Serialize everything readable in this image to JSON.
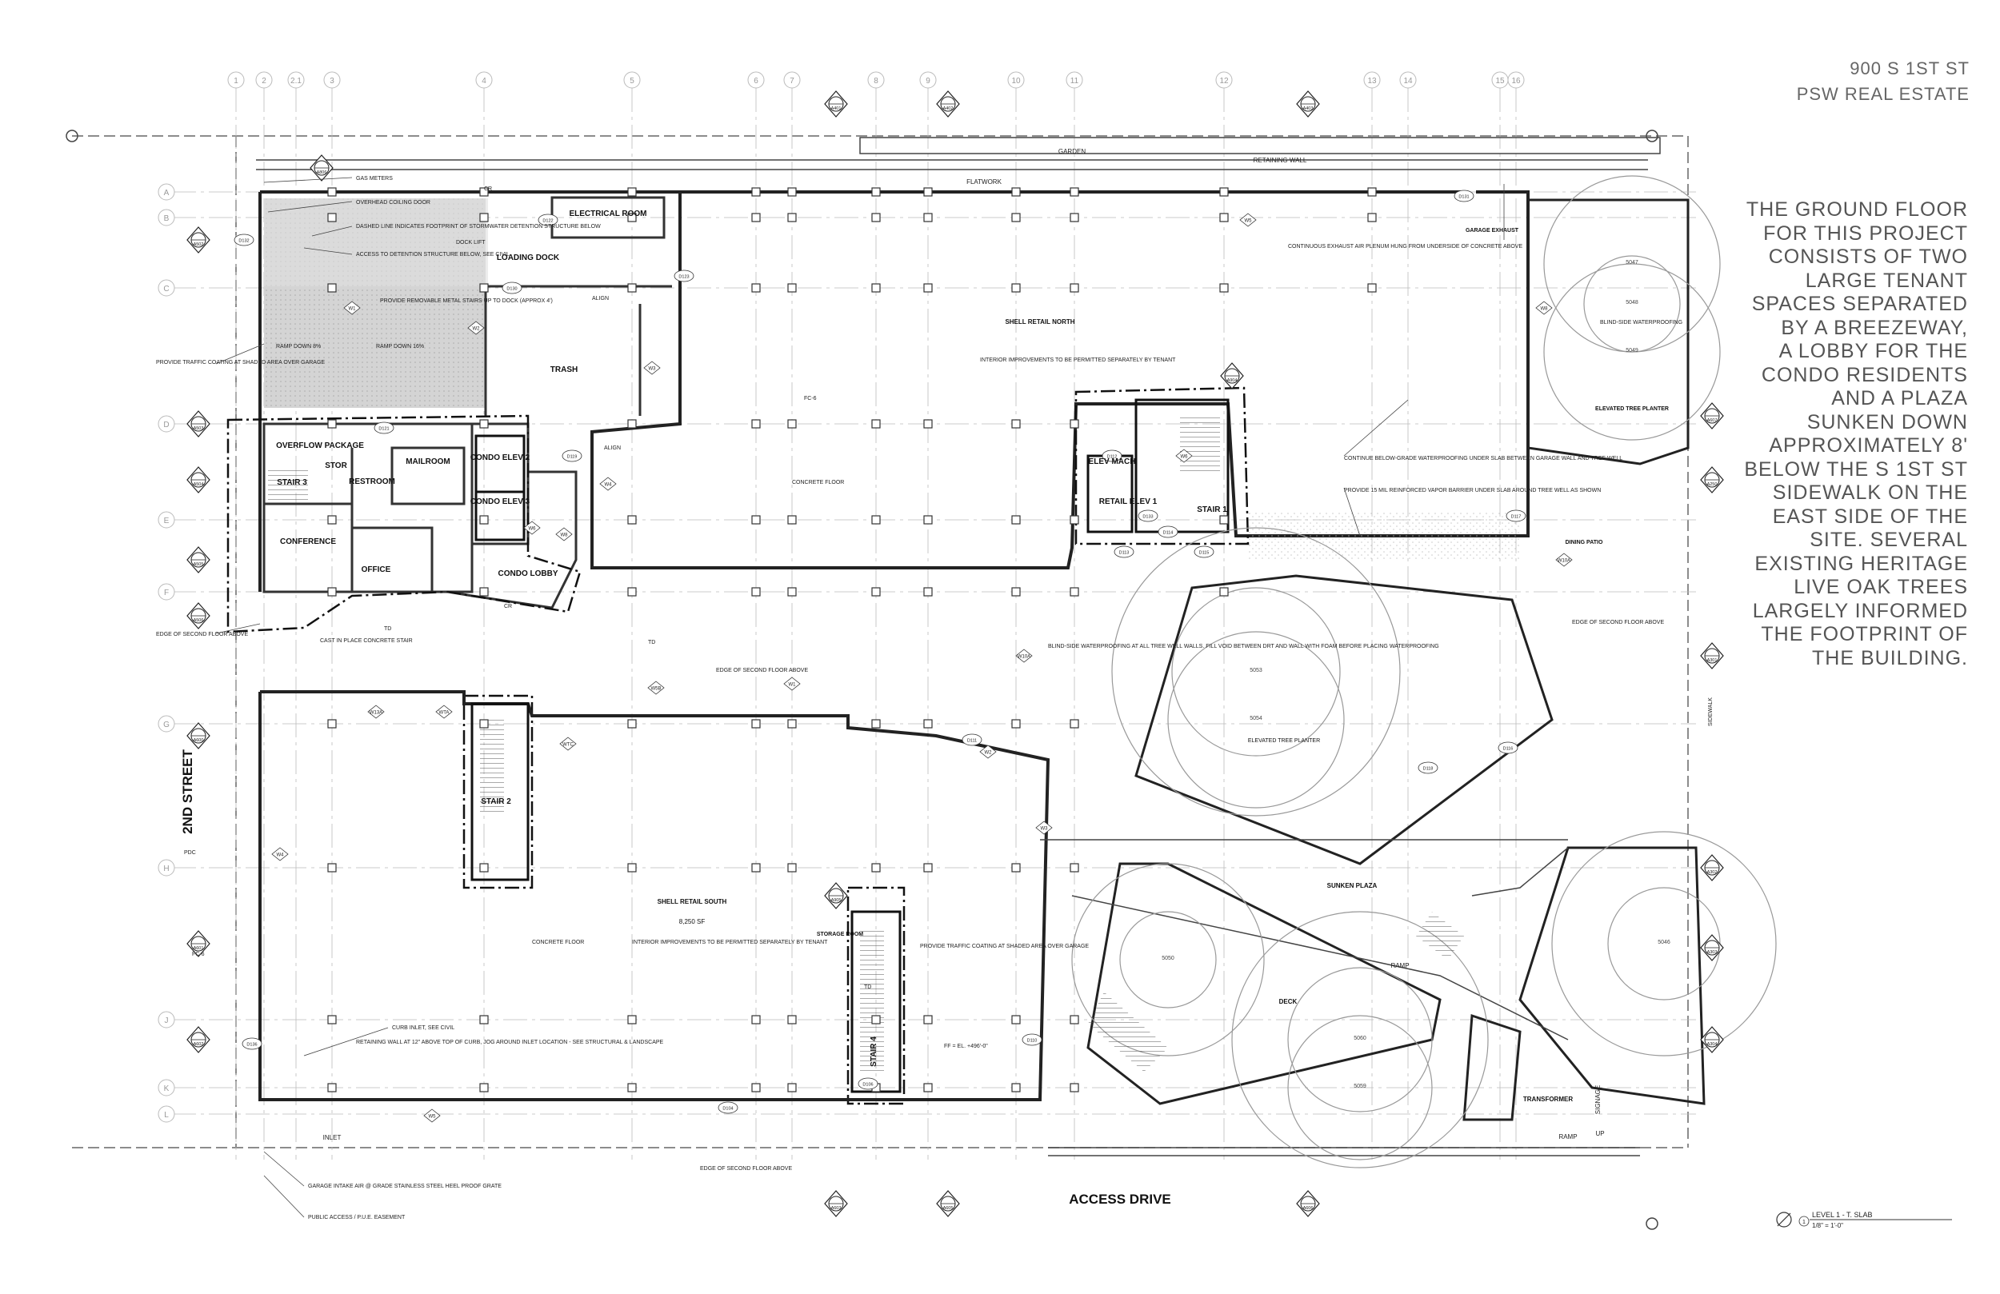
{
  "project": {
    "line1": "900 S 1ST ST",
    "line2": "PSW REAL ESTATE"
  },
  "description": [
    "THE GROUND FLOOR",
    "FOR THIS PROJECT",
    "CONSISTS OF TWO",
    "LARGE TENANT",
    "SPACES SEPARATED",
    "BY A BREEZEWAY,",
    "A LOBBY FOR THE",
    "CONDO RESIDENTS",
    "AND A PLAZA",
    "SUNKEN DOWN",
    "APPROXIMATELY 8'",
    "BELOW THE S 1ST ST",
    "SIDEWALK ON THE",
    "EAST SIDE OF THE",
    "SITE. SEVERAL",
    "EXISTING HERITAGE",
    "LIVE OAK TREES",
    "LARGELY INFORMED",
    "THE FOOTPRINT OF",
    "THE BUILDING."
  ],
  "streets": {
    "west": "2ND STREET",
    "south": "ACCESS DRIVE",
    "east": "SIDEWALK"
  },
  "grid_columns": [
    "1",
    "2",
    "2.1",
    "3",
    "4",
    "5",
    "6",
    "7",
    "8",
    "9",
    "10",
    "11",
    "12",
    "13",
    "14",
    "15",
    "16"
  ],
  "grid_rows": [
    "A",
    "B",
    "C",
    "D",
    "E",
    "F",
    "G",
    "H",
    "J",
    "K",
    "L"
  ],
  "rooms": {
    "electrical": "ELECTRICAL ROOM",
    "loading": "LOADING DOCK",
    "trash": "TRASH",
    "overflow": "OVERFLOW PACKAGE",
    "stor": "STOR",
    "mailroom": "MAILROOM",
    "condo_elev2": "CONDO ELEV 2",
    "condo_elev3": "CONDO ELEV 3",
    "stair3": "STAIR 3",
    "restroom": "RESTROOM",
    "conference": "CONFERENCE",
    "office": "OFFICE",
    "condo_lobby": "CONDO LOBBY",
    "shell_north": "SHELL RETAIL NORTH",
    "elev_mach": "ELEV MACH",
    "retail_elev1": "RETAIL ELEV 1",
    "stair1": "STAIR 1",
    "stair2": "STAIR 2",
    "shell_south": "SHELL RETAIL SOUTH",
    "south_sf": "8,250 SF",
    "storage_room": "STORAGE ROOM",
    "stair4": "STAIR 4",
    "sunken_plaza": "SUNKEN PLAZA",
    "deck": "DECK",
    "transformer": "TRANSFORMER",
    "elevated_tree_planter": "ELEVATED TREE PLANTER",
    "garage_exhaust": "GARAGE EXHAUST",
    "dining_patio": "DINING PATIO",
    "garden": "GARDEN",
    "flatwork": "FLATWORK",
    "retaining_wall": "RETAINING WALL",
    "inlet": "INLET",
    "ramp": "RAMP",
    "up": "UP",
    "signage": "SIGNAGE"
  },
  "notes": {
    "gas_meters": "GAS METERS",
    "coiling_door": "OVERHEAD COILING DOOR",
    "dashed_line": "DASHED LINE INDICATES FOOTPRINT OF STORMWATER DETENTION STRUCTURE BELOW",
    "detention_access": "ACCESS TO DETENTION STRUCTURE BELOW, SEE CIVIL",
    "dock_lift": "DOCK LIFT",
    "removable_stairs": "PROVIDE REMOVABLE METAL STAIRS UP TO DOCK (APPROX 4')",
    "ramp_down_8": "RAMP DOWN 8%",
    "ramp_down_16": "RAMP DOWN 16%",
    "traffic_coating": "PROVIDE TRAFFIC COATING AT SHADED AREA OVER GARAGE",
    "edge_second_floor": "EDGE OF SECOND FLOOR ABOVE",
    "cast_in_place": "CAST IN PLACE CONCRETE STAIR",
    "align": "ALIGN",
    "concrete_floor": "CONCRETE FLOOR",
    "interior_improvements": "INTERIOR IMPROVEMENTS TO BE PERMITTED SEPARATELY BY TENANT",
    "exhaust_plenum": "CONTINUOUS EXHAUST AIR PLENUM HUNG FROM UNDERSIDE OF CONCRETE ABOVE",
    "blind_side": "BLIND-SIDE WATERPROOFING",
    "below_grade_wp": "CONTINUE BELOW-GRADE WATERPROOFING UNDER SLAB BETWEEN GARAGE WALL AND TREE WELL",
    "vapor_barrier": "PROVIDE 15 MIL REINFORCED VAPOR BARRIER UNDER SLAB AROUND TREE WELL AS SHOWN",
    "blind_side_walls": "BLIND-SIDE WATERPROOFING AT ALL TREE WELL WALLS. FILL VOID BETWEEN DRT AND WALL WITH FOAM BEFORE PLACING WATERPROOFING",
    "curb_inlet": "CURB INLET, SEE CIVIL",
    "retaining_wall_note": "RETAINING WALL AT 12\" ABOVE TOP OF CURB, JOG AROUND INLET LOCATION - SEE STRUCTURAL & LANDSCAPE",
    "garage_intake": "GARAGE INTAKE AIR @ GRADE STAINLESS STEEL HEEL PROOF GRATE",
    "public_access": "PUBLIC ACCESS / P.U.E. EASEMENT",
    "ff_elevation": "FF = EL. +496'-0\"",
    "pdc": "PDC",
    "fc6": "FC-6",
    "td": "TD",
    "cr": "CR"
  },
  "walls": [
    "W1",
    "W2",
    "W3",
    "W4",
    "W5",
    "W6",
    "W8",
    "W10A",
    "W13A",
    "WTA",
    "WTC",
    "W5B"
  ],
  "refs": [
    "A401",
    "A402",
    "A403",
    "A502",
    "A503",
    "A504",
    "A505",
    "A506",
    "A600",
    "A601",
    "A602",
    "A603",
    "A605",
    "A606",
    "A607",
    "A250",
    "A301",
    "A302",
    "A303",
    "A304",
    "A806",
    "A904",
    "A905"
  ],
  "doors": [
    "D121",
    "D122",
    "D123",
    "D130",
    "D131",
    "D132",
    "D133",
    "D136",
    "D104",
    "D106",
    "D110",
    "D111",
    "D112",
    "D113",
    "D114",
    "D115",
    "D116",
    "D117",
    "D118",
    "D119"
  ],
  "trees": [
    "5047",
    "5048",
    "5049",
    "5053",
    "5054",
    "5050",
    "5060",
    "5059",
    "5046"
  ],
  "title_block": {
    "title": "LEVEL 1 - T. SLAB",
    "scale": "1/8\" = 1'-0\"",
    "number": "1"
  }
}
